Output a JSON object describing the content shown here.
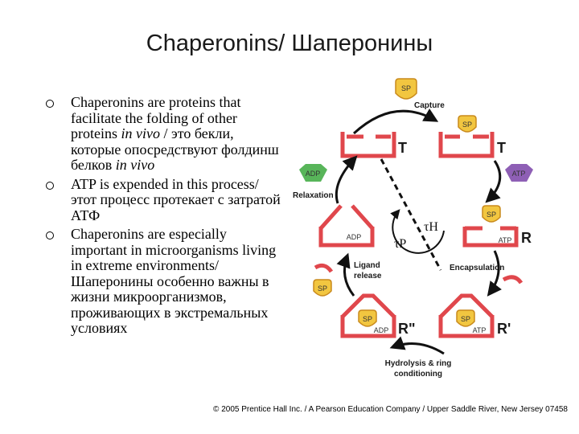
{
  "title": "Chaperonins/ Шаперонины",
  "bullets": [
    {
      "pre": "Chaperonins are proteins that facilitate the folding of other proteins ",
      "em1": "in vivo",
      "mid": " / это бекли, которые опосредствуют фолдинш белков ",
      "em2": "in vivo"
    },
    {
      "text": "ATP is expended in this process/ этот процесс протекает с затратой АТФ"
    },
    {
      "text": "Chaperonins are especially important in microorganisms living in extreme environments/ Шаперонины особенно важны в жизни микроорганизмов, проживающих в экстремальных условиях"
    }
  ],
  "diagram": {
    "sp": "SP",
    "adp": "ADP",
    "atp": "ATP",
    "t": "T",
    "r": "R",
    "r_prime": "R'",
    "r_double": "R\"",
    "capture": "Capture",
    "relaxation": "Relaxation",
    "encapsulation": "Encapsulation",
    "ligand_release_1": "Ligand",
    "ligand_release_2": "release",
    "hydrolysis_1": "Hydrolysis & ring",
    "hydrolysis_2": "conditioning",
    "tau_h": "τH",
    "tau_p": "τP",
    "colors": {
      "chaperonin": "#e0474c",
      "sp": "#f2c640",
      "adp": "#58b55a",
      "atp": "#8e5fb5"
    }
  },
  "copyright": "© 2005 Prentice Hall Inc. / A Pearson Education Company / Upper Saddle River, New Jersey 07458"
}
